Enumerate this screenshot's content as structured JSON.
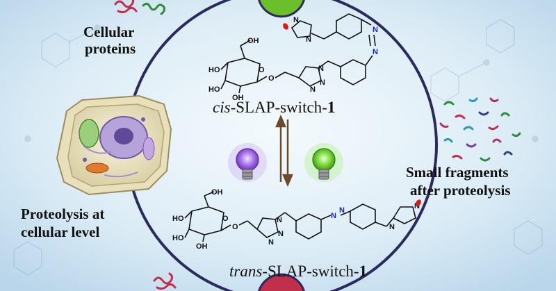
{
  "labels": {
    "cellular_proteins_line1": "Cellular",
    "cellular_proteins_line2": "proteins",
    "proteolysis_line1": "Proteolysis at",
    "proteolysis_line2": "cellular level",
    "fragments_line1": "Small fragments",
    "fragments_line2": "after proteolysis"
  },
  "cis_caption": {
    "prefix": "cis",
    "middle": "-SLAP-switch-",
    "number": "1"
  },
  "trans_caption": {
    "prefix": "trans",
    "middle": "-SLAP-switch-",
    "number": "1"
  },
  "molecule_atoms": {
    "oh": "OH",
    "ho": "HO",
    "o": "O",
    "n": "N"
  },
  "colors": {
    "background": "#dcecf6",
    "circle": "#2a2a5e",
    "violet_light": "#8a4fd6",
    "green_light": "#52c41a",
    "top_node": "#6abf2a",
    "bottom_node": "#c0304a",
    "azo_n": "#1a1ad8",
    "text": "#111111"
  },
  "icons": [
    "violet-lightbulb-icon",
    "green-lightbulb-icon",
    "cell-illustration",
    "equilibrium-arrows-icon",
    "protein-fragments-icon"
  ]
}
